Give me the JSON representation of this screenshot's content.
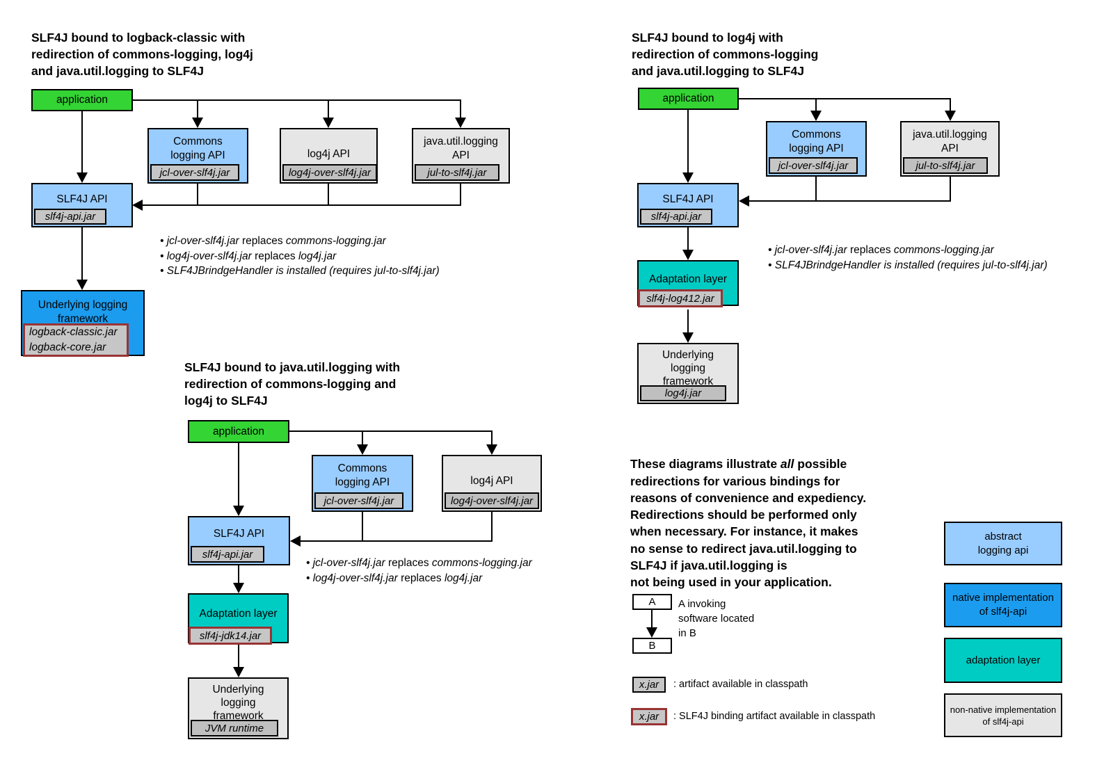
{
  "diagram1": {
    "title": "SLF4J bound to logback-classic with\nredirection of commons-logging, log4j\nand java.util.logging to SLF4J",
    "application": "application",
    "commons": {
      "label": "Commons\nlogging API",
      "jar": "jcl-over-slf4j.jar"
    },
    "log4j": {
      "label": "log4j API",
      "jar": "log4j-over-slf4j.jar"
    },
    "jul": {
      "label": "java.util.logging\nAPI",
      "jar": "jul-to-slf4j.jar"
    },
    "slf4j": {
      "label": "SLF4J API",
      "jar": "slf4j-api.jar"
    },
    "underlying": {
      "label": "Underlying logging\nframework",
      "jar": "logback-classic.jar\nlogback-core.jar"
    },
    "bullets": [
      {
        "jar1": "• jcl-over-slf4j.jar",
        "mid": " replaces ",
        "jar2": "commons-logging.jar"
      },
      {
        "jar1": "• log4j-over-slf4j.jar",
        "mid": " replaces ",
        "jar2": "log4j.jar"
      },
      {
        "italic": "• SLF4JBrindgeHandler is installed (requires jul-to-slf4j.jar)"
      }
    ]
  },
  "diagram2": {
    "title": "SLF4J bound to log4j with\nredirection of commons-logging\nand java.util.logging to SLF4J",
    "application": "application",
    "commons": {
      "label": "Commons\nlogging API",
      "jar": "jcl-over-slf4j.jar"
    },
    "jul": {
      "label": "java.util.logging\nAPI",
      "jar": "jul-to-slf4j.jar"
    },
    "slf4j": {
      "label": "SLF4J API",
      "jar": "slf4j-api.jar"
    },
    "adaptation": {
      "label": "Adaptation layer",
      "jar": "slf4j-log412.jar"
    },
    "underlying": {
      "label": "Underlying\nlogging\nframework",
      "jar": "log4j.jar"
    },
    "bullets": [
      {
        "jar1": "• jcl-over-slf4j.jar",
        "mid": " replaces ",
        "jar2": "commons-logging.jar"
      },
      {
        "italic": "• SLF4JBrindgeHandler is installed (requires jul-to-slf4j.jar)"
      }
    ]
  },
  "diagram3": {
    "title": "SLF4J bound to java.util.logging with\nredirection of commons-logging and\nlog4j to SLF4J",
    "application": "application",
    "commons": {
      "label": "Commons\nlogging API",
      "jar": "jcl-over-slf4j.jar"
    },
    "log4j": {
      "label": "log4j API",
      "jar": "log4j-over-slf4j.jar"
    },
    "slf4j": {
      "label": "SLF4J API",
      "jar": "slf4j-api.jar"
    },
    "adaptation": {
      "label": "Adaptation layer",
      "jar": "slf4j-jdk14.jar"
    },
    "underlying": {
      "label": "Underlying\nlogging\nframework",
      "jar": "JVM runtime"
    },
    "bullets": [
      {
        "jar1": "• jcl-over-slf4j.jar",
        "mid": " replaces ",
        "jar2": "commons-logging.jar"
      },
      {
        "jar1": "• log4j-over-slf4j.jar",
        "mid": " replaces ",
        "jar2": "log4j.jar"
      }
    ]
  },
  "note": {
    "pre": "These diagrams illustrate ",
    "emph": "all",
    "post": " possible\nredirections for various bindings for\nreasons of convenience and expediency.\nRedirections should be performed only\nwhen necessary. For instance, it makes\nno sense to redirect java.util.logging to\nSLF4J if java.util.logging is\nnot being used in your application."
  },
  "legend": {
    "box_a": "A",
    "box_b": "B",
    "invoke_note": "A invoking\nsoftware located\nin B",
    "artifact_tag": "x.jar",
    "artifact_text": ": artifact available in classpath",
    "binding_tag": "x.jar",
    "binding_text": ": SLF4J binding artifact available in classpath",
    "abstract_api": "abstract\nlogging api",
    "native_impl": "native implementation\nof slf4j-api",
    "adaptation_layer": "adaptation layer",
    "non_native_impl": "non-native implementation\nof slf4j-api"
  },
  "colors": {
    "application_green": "#33D433",
    "abstract_api_blue": "#99CCFF",
    "native_impl_blue": "#1B9CEF",
    "adaptation_teal": "#00CCC4",
    "non_native_gray": "#E6E6E6",
    "jar_tag_gray": "#C6C6C6",
    "binding_border_maroon": "#993333"
  }
}
